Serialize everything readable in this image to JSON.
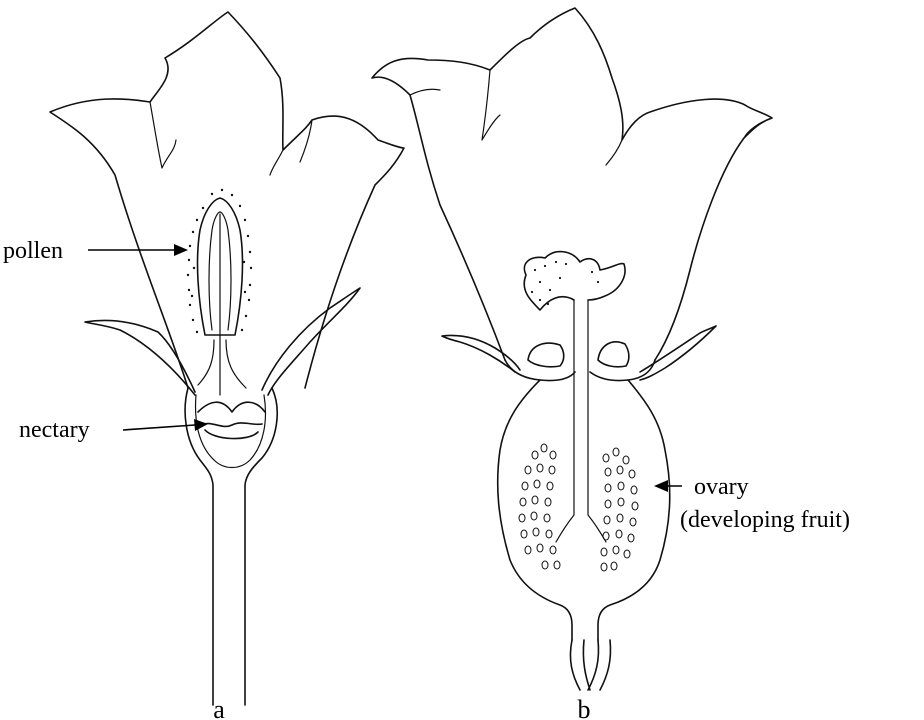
{
  "labels": {
    "pollen": "pollen",
    "nectary": "nectary",
    "ovary": "ovary",
    "developing_fruit": "(developing fruit)"
  },
  "captions": {
    "a": "a",
    "b": "b"
  }
}
